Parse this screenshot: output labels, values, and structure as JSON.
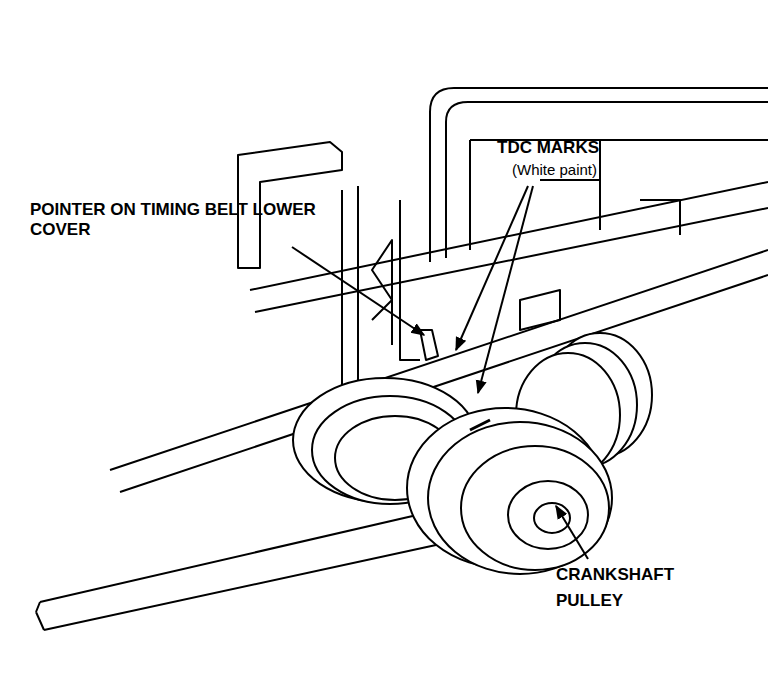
{
  "diagram": {
    "labels": [
      "TDC MARKS",
      "(White paint)",
      "POINTER ON TIMING BELT LOWER COVER",
      "CRANKSHAFT PULLEY"
    ]
  }
}
